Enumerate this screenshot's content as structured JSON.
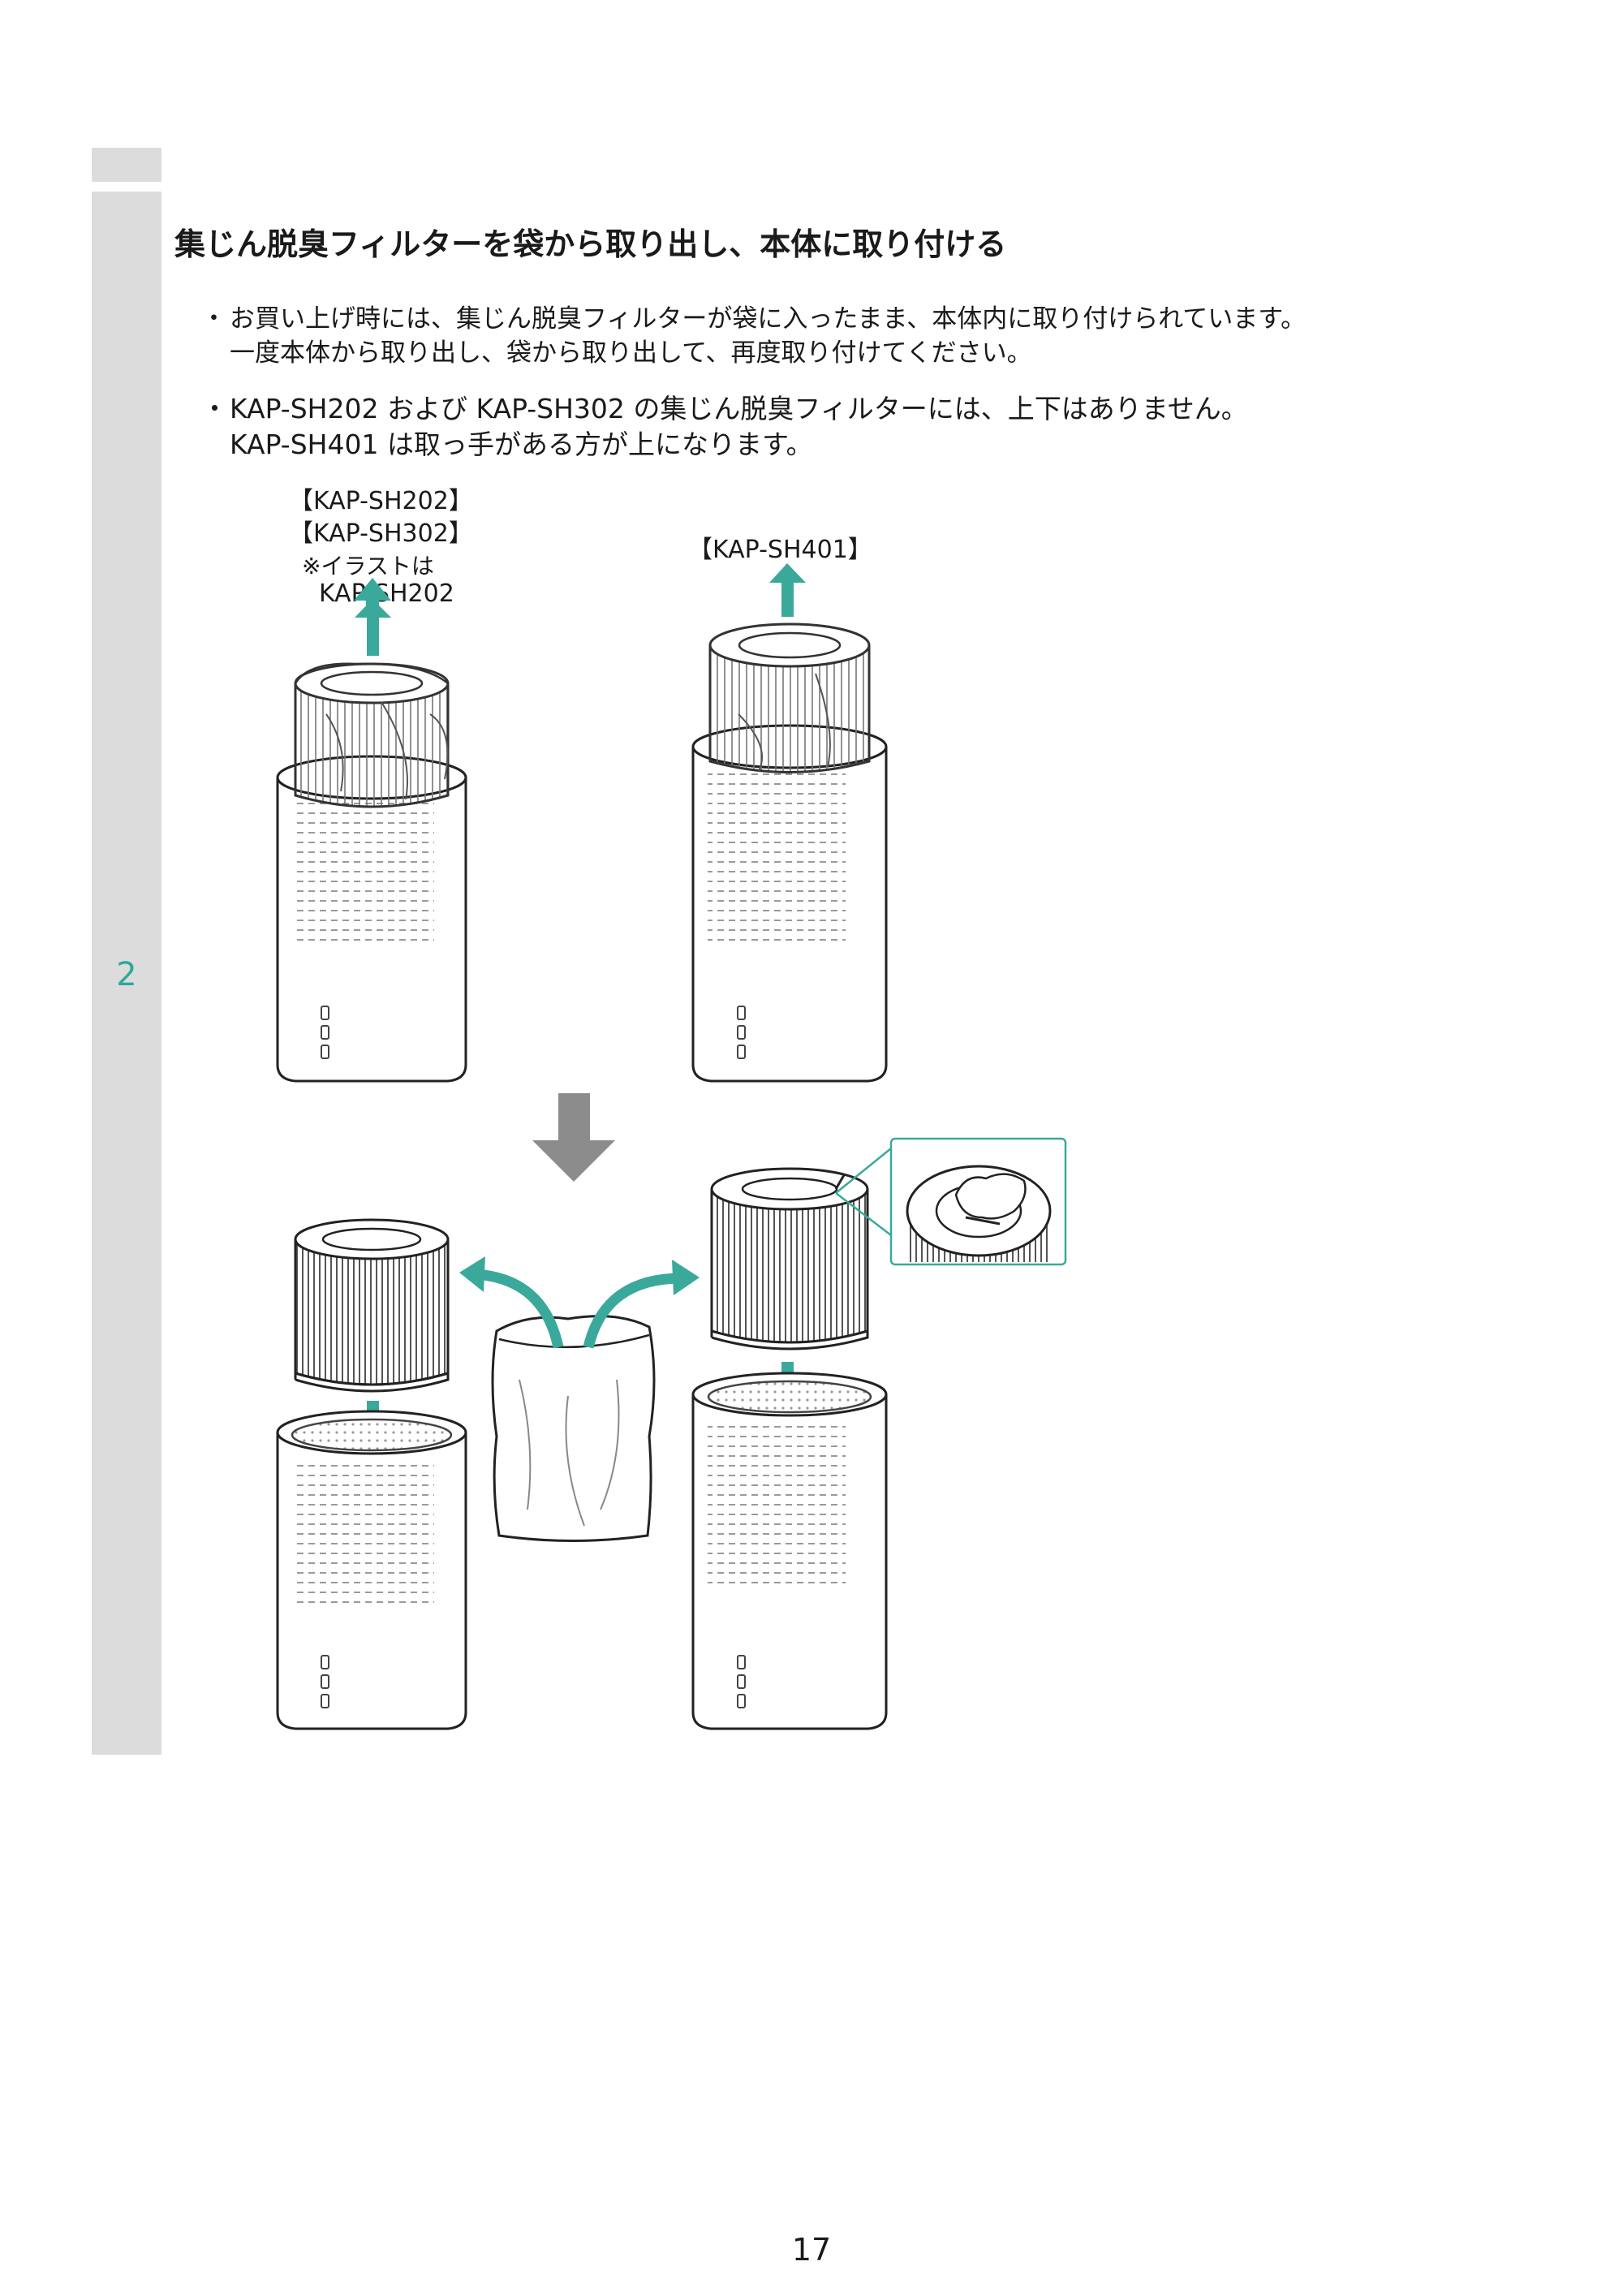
{
  "sidebar": {
    "chapter_number": "2"
  },
  "heading": {
    "title": "集じん脱臭フィルターを袋から取り出し、本体に取り付ける"
  },
  "bullets": [
    {
      "marker": "・",
      "lines": [
        "お買い上げ時には、集じん脱臭フィルターが袋に入ったまま、本体内に取り付けられています。",
        "一度本体から取り出し、袋から取り出して、再度取り付けてください。"
      ]
    },
    {
      "marker": "・",
      "lines": [
        "KAP-SH202 および KAP-SH302 の集じん脱臭フィルターには、上下はありません。",
        "KAP-SH401 は取っ手がある方が上になります。"
      ]
    }
  ],
  "figure": {
    "left_labels": [
      "【KAP-SH202】",
      "【KAP-SH302】",
      "※イラストは",
      "KAP-SH202"
    ],
    "right_label": "【KAP-SH401】"
  },
  "colors": {
    "accent": "#3aa99b",
    "sidebar": "#dcdcdc",
    "arrow_gray": "#8c8c8c"
  },
  "footer": {
    "page_number": "17"
  }
}
